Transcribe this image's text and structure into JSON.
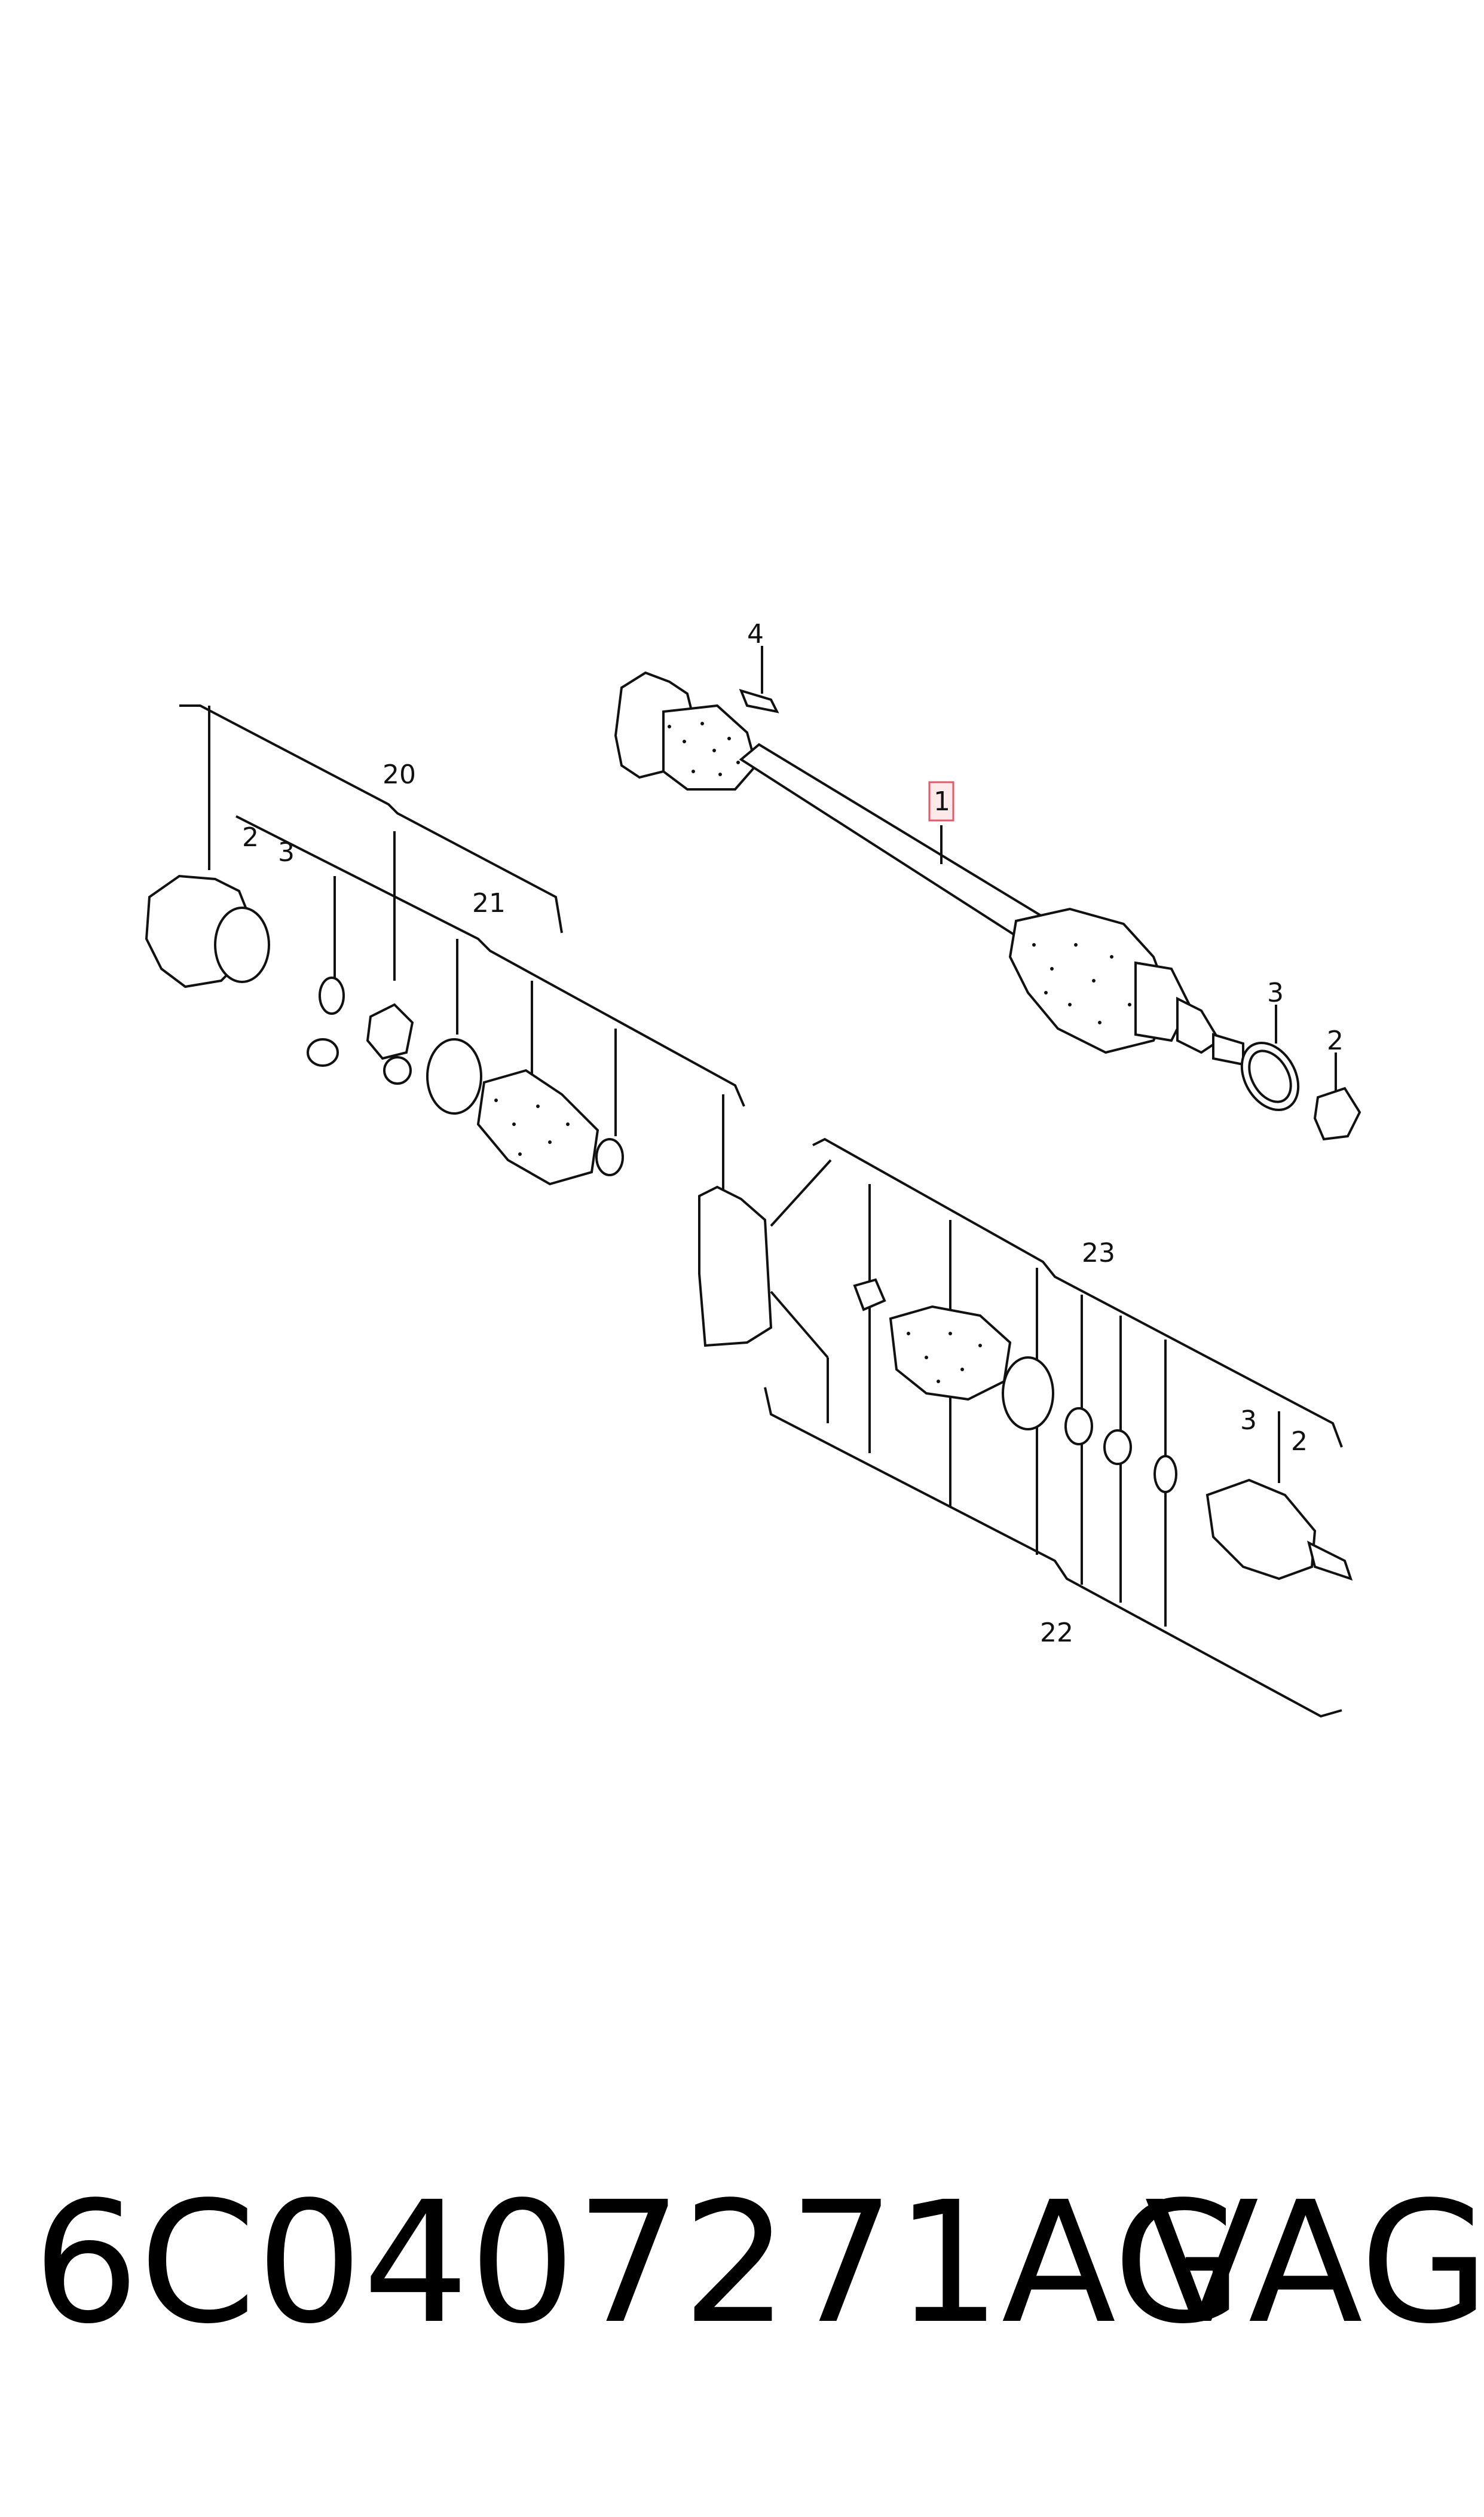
{
  "callouts": {
    "c1": "1",
    "c2a": "2",
    "c2b": "2",
    "c2c": "2",
    "c3a": "3",
    "c3b": "3",
    "c3c": "3",
    "c4": "4",
    "c20": "20",
    "c21": "21",
    "c22": "22",
    "c23": "23"
  },
  "highlight_color": "#e05a6a",
  "caption": {
    "part_number": "6C0407271AG",
    "brand": "VAG"
  }
}
